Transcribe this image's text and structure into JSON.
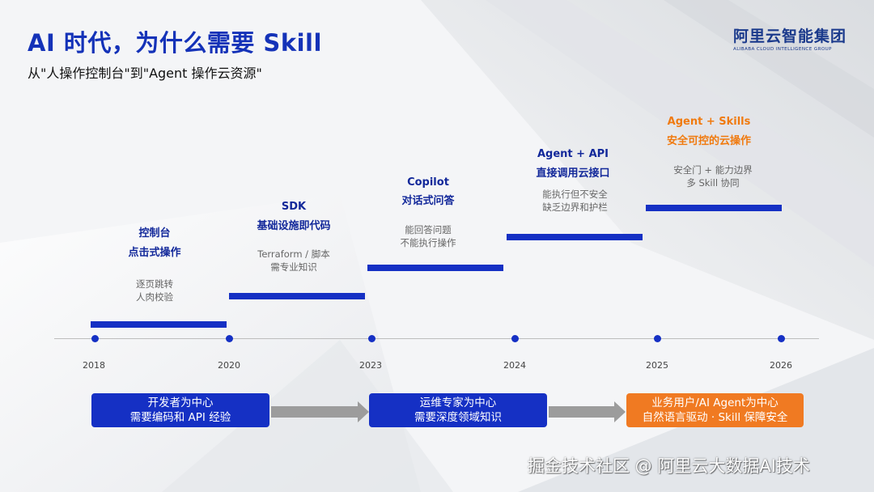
{
  "header": {
    "title": "AI 时代，为什么需要 Skill",
    "subtitle": "从\"人操作控制台\"到\"Agent 操作云资源\""
  },
  "logo": {
    "name": "阿里云智能集团",
    "tagline": "ALIBABA CLOUD INTELLIGENCE GROUP"
  },
  "stages": [
    {
      "title": "控制台",
      "subtitle": "点击式操作",
      "desc": [
        "逐页跳转",
        "人肉校验"
      ]
    },
    {
      "title": "SDK",
      "subtitle": "基础设施即代码",
      "desc": [
        "Terraform / 脚本",
        "需专业知识"
      ]
    },
    {
      "title": "Copilot",
      "subtitle": "对话式问答",
      "desc": [
        "能回答问题",
        "不能执行操作"
      ]
    },
    {
      "title": "Agent + API",
      "subtitle": "直接调用云接口",
      "desc": [
        "能执行但不安全",
        "缺乏边界和护栏"
      ]
    },
    {
      "title": "Agent + Skills",
      "subtitle": "安全可控的云操作",
      "desc": [
        "安全门 + 能力边界",
        "多 Skill 协同"
      ]
    }
  ],
  "timeline": {
    "years": [
      "2018",
      "2020",
      "2023",
      "2024",
      "2025",
      "2026"
    ]
  },
  "phases": [
    {
      "lines": [
        "开发者为中心",
        "需要编码和 API 经验"
      ]
    },
    {
      "lines": [
        "运维专家为中心",
        "需要深度领域知识"
      ]
    },
    {
      "lines": [
        "业务用户/AI Agent为中心",
        "自然语言驱动 · Skill 保障安全"
      ]
    }
  ],
  "colors": {
    "primary_blue": "#1530c4",
    "title_blue": "#1432b8",
    "accent_orange": "#f07a0f",
    "arrow_gray": "#9c9c9c"
  },
  "watermark": "掘金技术社区 @ 阿里云大数据AI技术"
}
